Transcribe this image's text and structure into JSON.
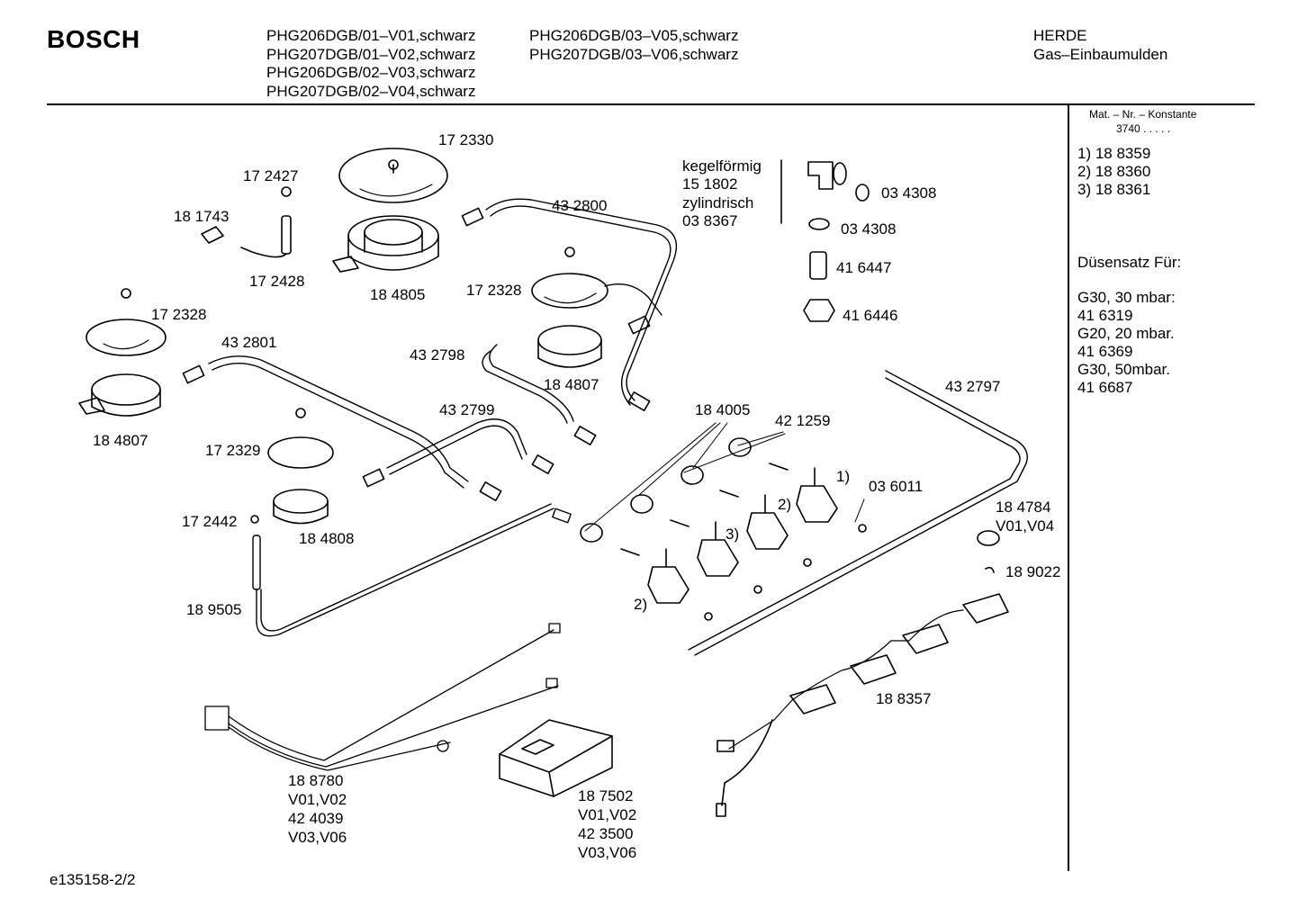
{
  "header": {
    "brand": "BOSCH",
    "models_col1": [
      "PHG206DGB/01–V01,schwarz",
      "PHG207DGB/01–V02,schwarz",
      "PHG206DGB/02–V03,schwarz",
      "PHG207DGB/02–V04,schwarz"
    ],
    "models_col2": [
      "PHG206DGB/03–V05,schwarz",
      "PHG207DGB/03–V06,schwarz"
    ],
    "category": "HERDE",
    "subcategory": "Gas–Einbaumulden"
  },
  "sidebar": {
    "mat_header": "Mat. – Nr. – Konstante",
    "mat_value": "3740  .  .  .  .  .",
    "refs": [
      "1)  18 8359",
      "2)  18 8360",
      "3)  18 8361"
    ],
    "duesensatz_title": "Düsensatz Für:",
    "duesensatz": [
      "G30, 30 mbar:",
      "41 6319",
      "G20, 20 mbar.",
      "41 6369",
      "G30, 50mbar.",
      "41 6687"
    ]
  },
  "labels": {
    "p172330": "17 2330",
    "p172427": "17 2427",
    "p181743": "18 1743",
    "p172428": "17 2428",
    "p184805": "18 4805",
    "p432800": "43 2800",
    "kegel": "kegelförmig",
    "p151802": "15 1802",
    "zylind": "zylindrisch",
    "p038367": "03 8367",
    "p034308a": "03 4308",
    "p034308b": "03 4308",
    "p416447": "41 6447",
    "p416446": "41 6446",
    "p172328a": "17 2328",
    "p172328b": "17 2328",
    "p432801": "43 2801",
    "p432798": "43 2798",
    "p184807a": "18 4807",
    "p184807b": "18 4807",
    "p432797": "43 2797",
    "p432799": "43 2799",
    "p184005": "18 4005",
    "p421259": "42 1259",
    "p172329": "17 2329",
    "p036011": "03 6011",
    "p184784": "18 4784",
    "p184784v": "V01,V04",
    "p172442": "17 2442",
    "p184808": "18 4808",
    "p189022": "18 9022",
    "p189505": "18 9505",
    "p188357": "18 8357",
    "p188780": "18 8780",
    "p188780v": "V01,V02",
    "p424039": "42 4039",
    "p424039v": "V03,V06",
    "p187502": "18 7502",
    "p187502v": "V01,V02",
    "p423500": "42 3500",
    "p423500v": "V03,V06",
    "r1a": "1)",
    "r2a": "2)",
    "r3": "3)",
    "r2b": "2)"
  },
  "footer": {
    "doc_id": "e135158-2/2"
  }
}
